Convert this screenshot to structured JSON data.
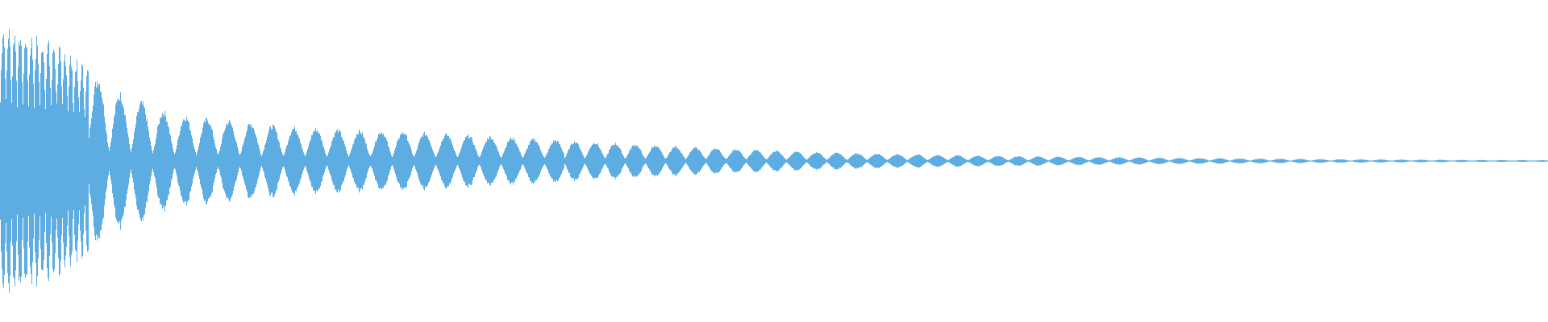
{
  "chart_data": {
    "type": "area",
    "subtype": "audio-waveform",
    "title": "",
    "xlabel": "",
    "ylabel": "",
    "ylim": [
      -1,
      1
    ],
    "grid": false,
    "axes_visible": false,
    "color": "#5dade2",
    "background": "#ffffff",
    "peak_envelope": [
      0.88,
      0.75,
      0.45,
      0.3,
      0.26,
      0.22,
      0.2,
      0.19,
      0.17,
      0.15,
      0.13,
      0.11,
      0.09,
      0.075,
      0.06,
      0.05,
      0.042,
      0.035,
      0.03,
      0.026,
      0.022,
      0.018,
      0.015,
      0.012,
      0.01,
      0.008,
      0.006,
      0.005
    ]
  }
}
